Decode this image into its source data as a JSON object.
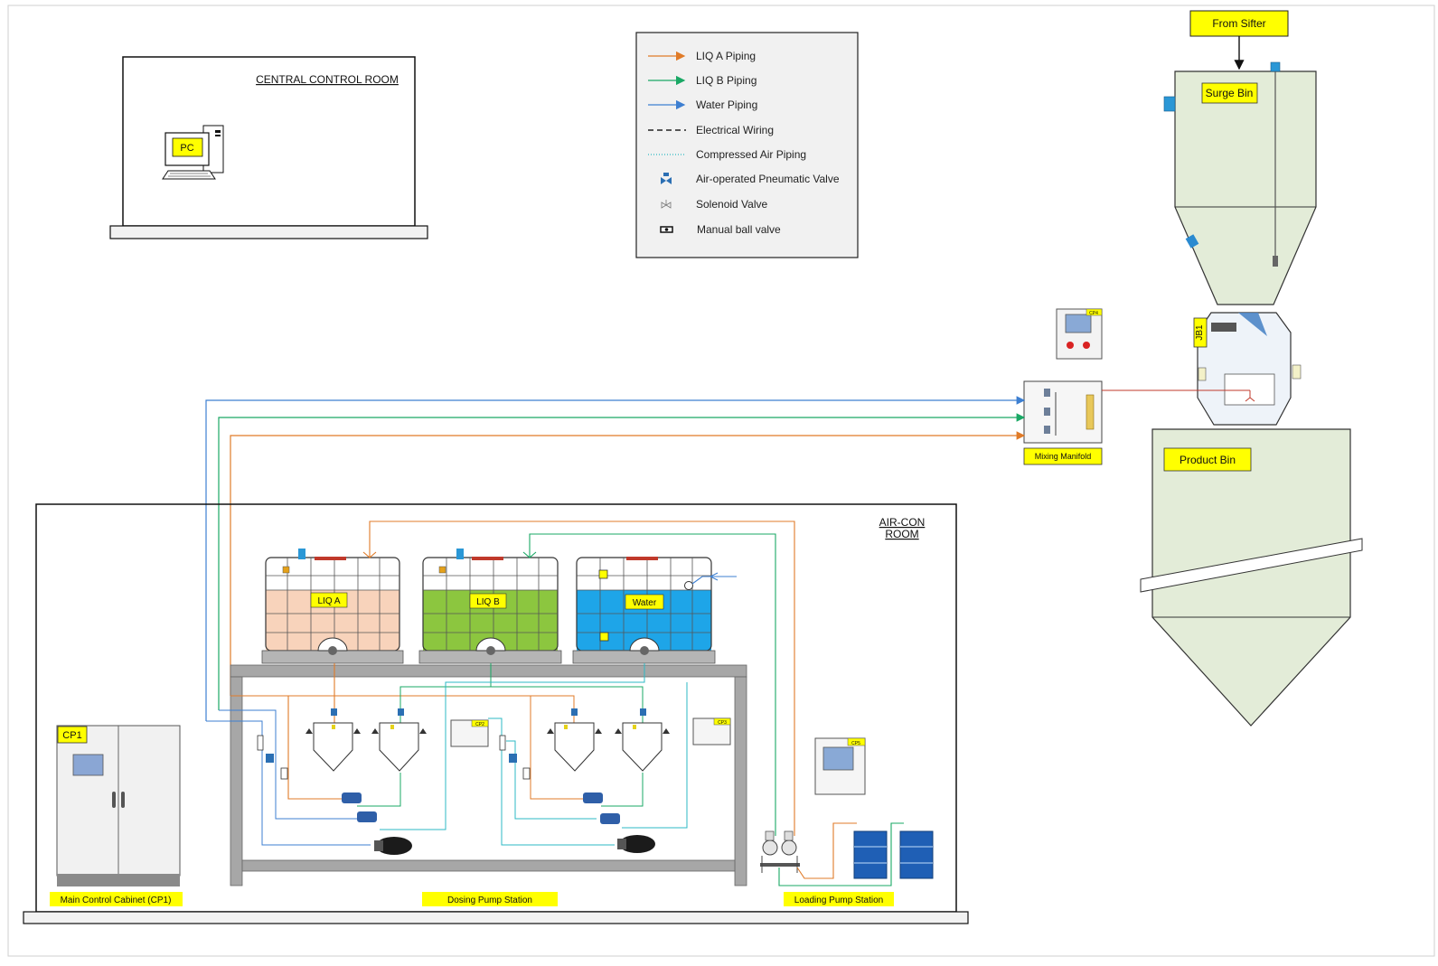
{
  "control_room": {
    "title": "CENTRAL CONTROL ROOM",
    "pc_label": "PC"
  },
  "legend": {
    "items": [
      {
        "label": "LIQ A Piping",
        "color": "#e07b28",
        "kind": "arrow"
      },
      {
        "label": "LIQ B Piping",
        "color": "#1aa865",
        "kind": "arrow"
      },
      {
        "label": "Water Piping",
        "color": "#3d7fd1",
        "kind": "arrow"
      },
      {
        "label": "Electrical Wiring",
        "color": "#222222",
        "kind": "dashed"
      },
      {
        "label": "Compressed Air Piping",
        "color": "#2db9c4",
        "kind": "dotted"
      },
      {
        "label": "Air-operated Pneumatic Valve",
        "color": "#2b6fb3",
        "kind": "pneumatic-valve-icon"
      },
      {
        "label": "Solenoid Valve",
        "color": "#777777",
        "kind": "solenoid-valve-icon"
      },
      {
        "label": "Manual ball valve",
        "color": "#111111",
        "kind": "ball-valve-icon"
      }
    ]
  },
  "process": {
    "from_sifter": "From Sifter",
    "surge_bin": "Surge Bin",
    "junction_box": "JB1",
    "cp4_label": "CP4",
    "mixing_manifold": "Mixing Manifold",
    "product_bin": "Product Bin"
  },
  "aircon_room": {
    "title_line1": "AIR-CON",
    "title_line2": "ROOM",
    "tanks": [
      {
        "label": "LIQ A",
        "fill": "#f8d3bb"
      },
      {
        "label": "LIQ B",
        "fill": "#8cc63f"
      },
      {
        "label": "Water",
        "fill": "#1ea5e8"
      }
    ],
    "cp1_tag": "CP1",
    "cp2_label": "CP2",
    "cp3_label": "CP3",
    "cp5_label": "CP5",
    "zone_labels": {
      "main_cabinet": "Main Control Cabinet (CP1)",
      "dosing_station": "Dosing Pump Station",
      "loading_station": "Loading Pump Station"
    }
  },
  "colors": {
    "liq_a": "#e07b28",
    "liq_b": "#1aa865",
    "water": "#3d7fd1",
    "air": "#2db9c4",
    "bin_fill": "#e3ecd8",
    "label_yellow": "#ffff00"
  }
}
